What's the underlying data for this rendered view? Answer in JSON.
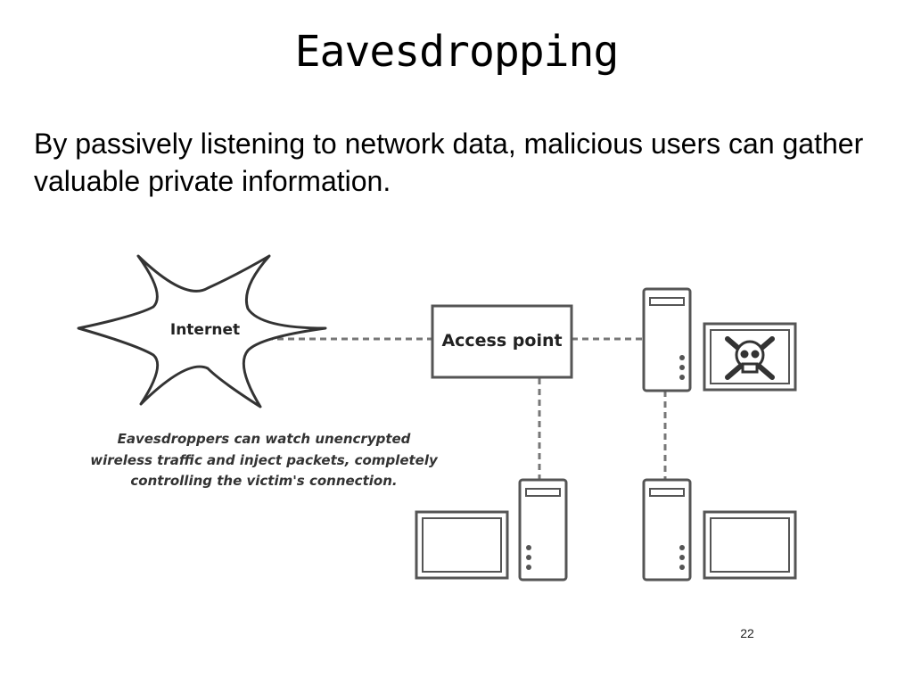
{
  "slide": {
    "title": "Eavesdropping",
    "body": "By passively listening to network data, malicious users can gather valuable private information.",
    "page_number": "22"
  },
  "diagram": {
    "internet_label": "Internet",
    "access_point_label": "Access point",
    "caption_lines": [
      "Eavesdroppers can watch unencrypted",
      "wireless traffic and inject packets, completely",
      "controlling the victim's connection."
    ],
    "attacker_icon": "skull-and-crossbones-icon"
  }
}
